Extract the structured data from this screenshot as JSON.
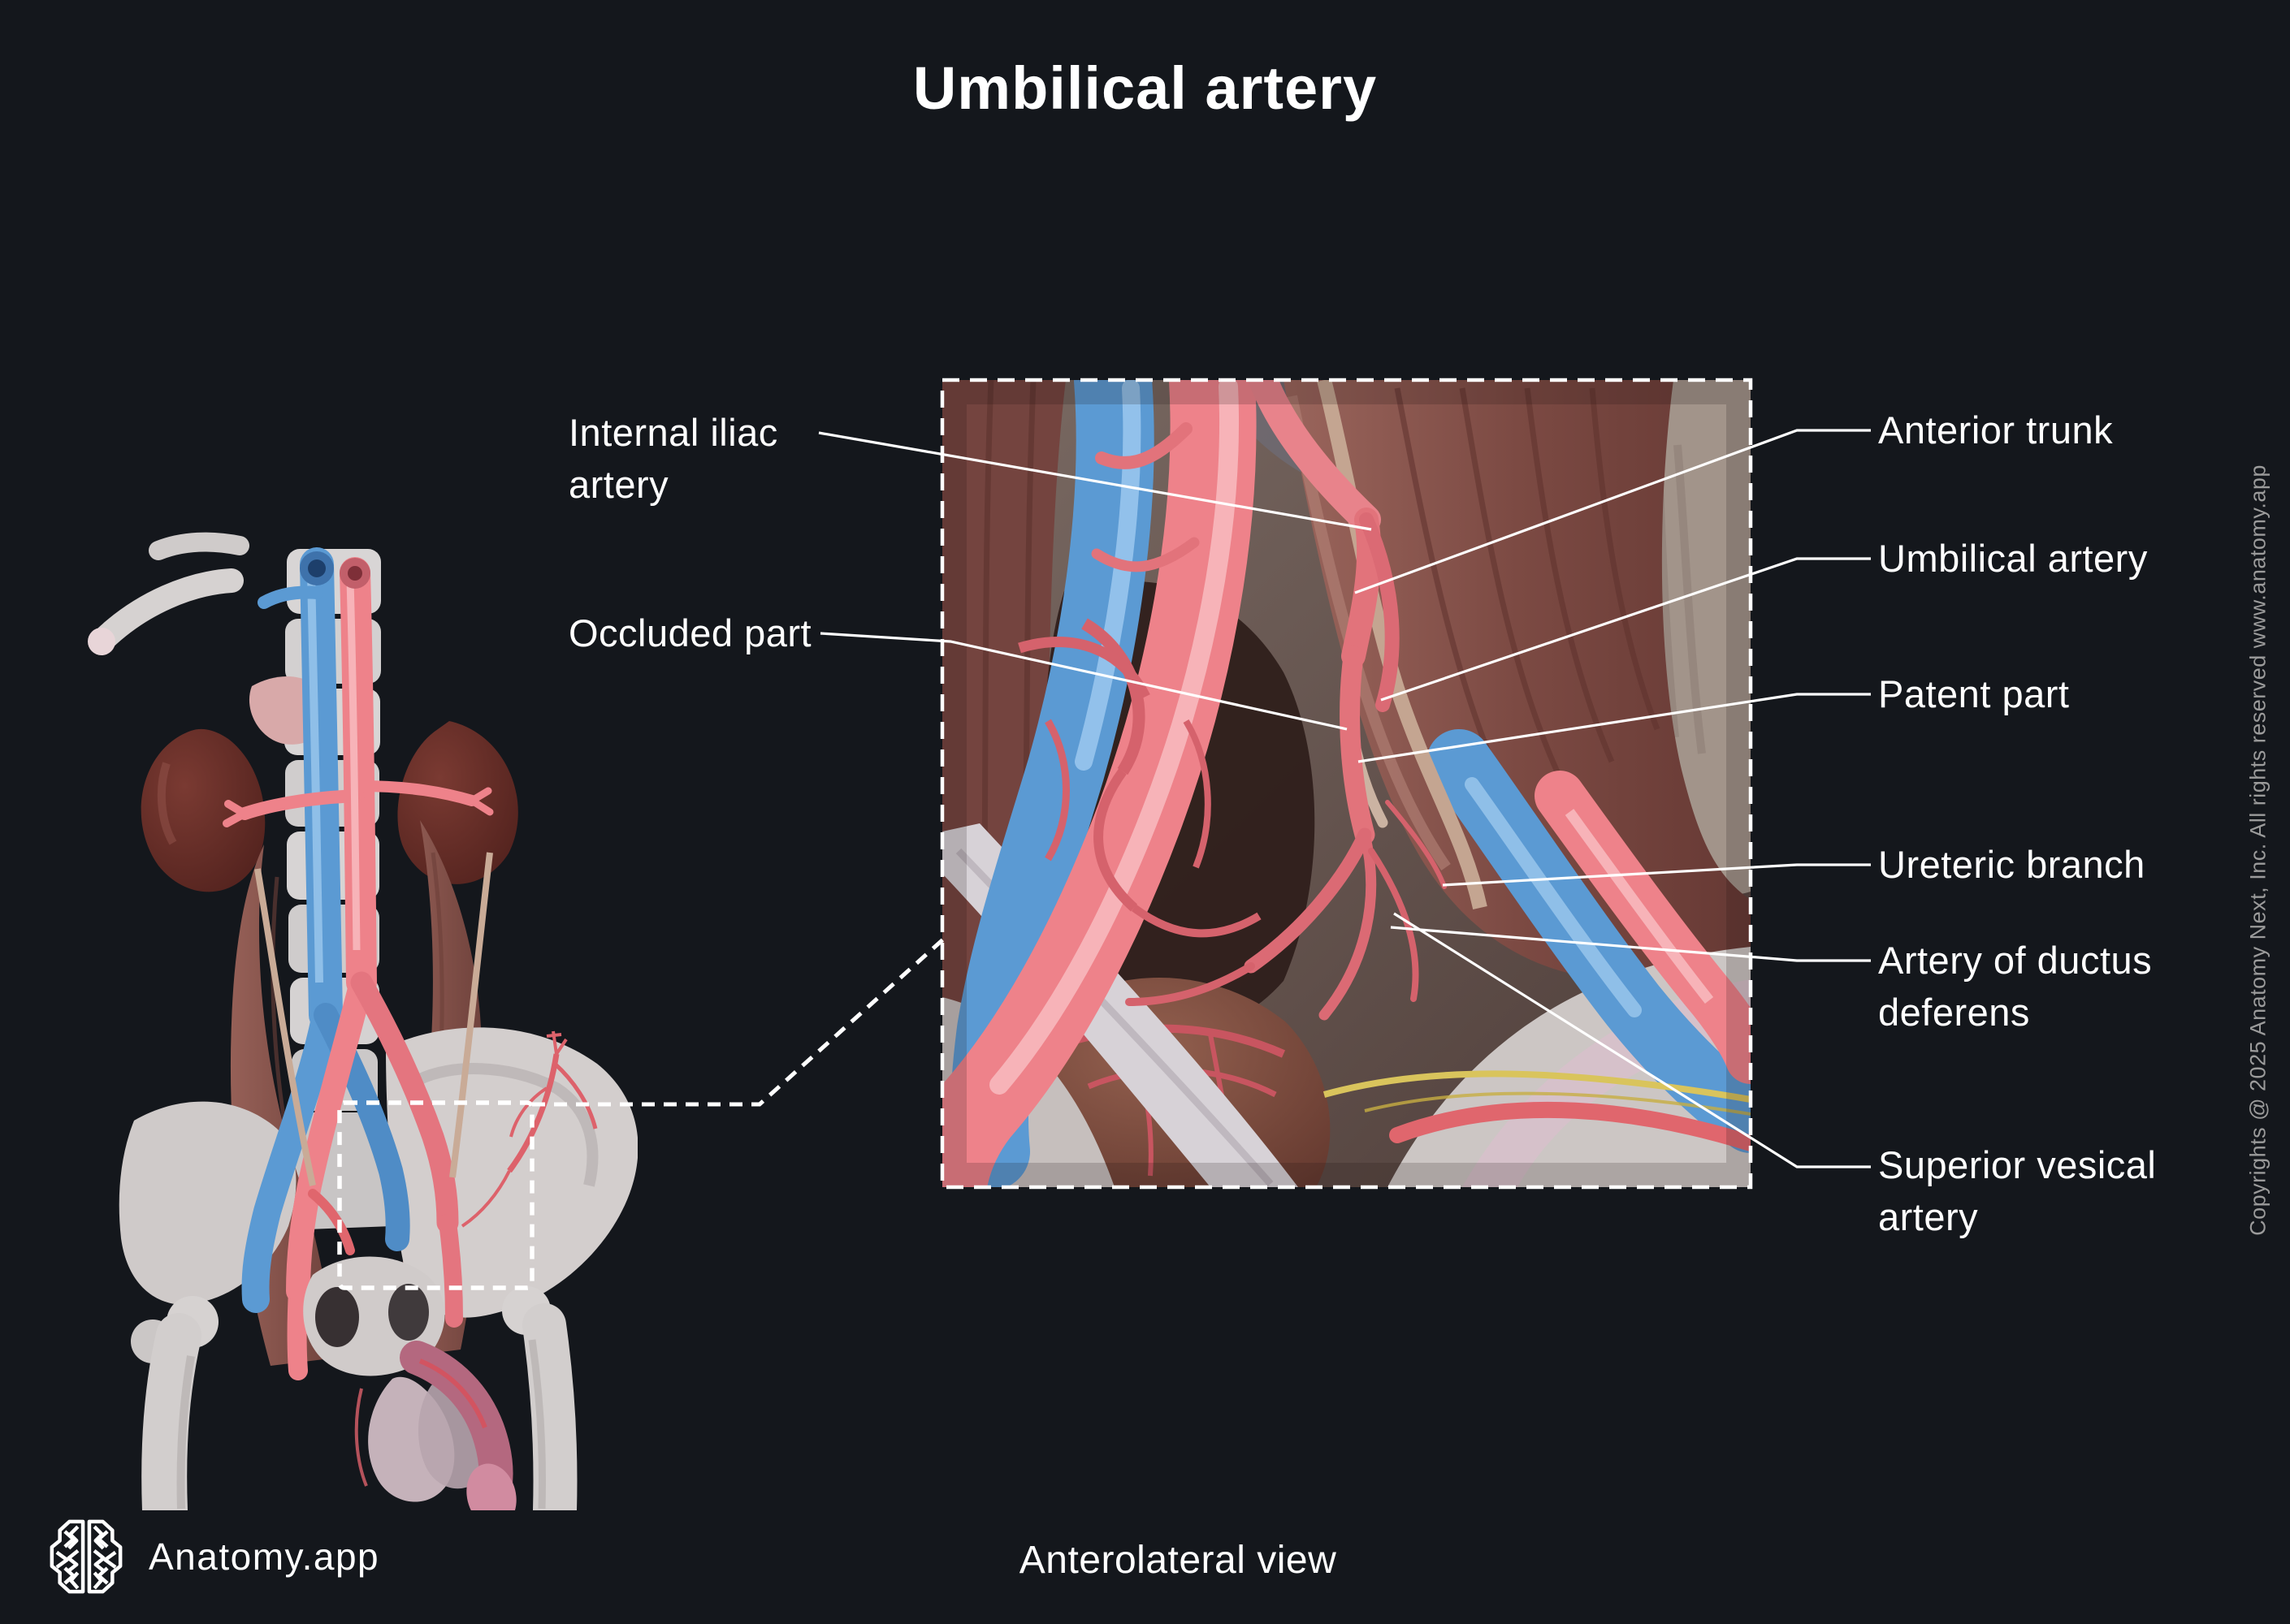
{
  "title": "Umbilical artery",
  "view_caption": "Anterolateral view",
  "brand": {
    "name": "Anatomy.app"
  },
  "copyright_notice": "Copyrights @ 2025 Anatomy Next, Inc. All rights reserved www.anatomy.app",
  "annotations": {
    "left": [
      {
        "text": "Internal iliac artery"
      },
      {
        "text": "Occluded part"
      }
    ],
    "right": [
      {
        "text": "Anterior trunk"
      },
      {
        "text": "Umbilical artery"
      },
      {
        "text": "Patent part"
      },
      {
        "text": "Ureteric branch"
      },
      {
        "text": "Artery of ductus deferens"
      },
      {
        "text": "Superior vesical artery"
      }
    ]
  },
  "icons": [
    {
      "name": "brain-logo-icon",
      "meaning": "Anatomy.app brain logo"
    }
  ],
  "colors": {
    "background": "#14171c",
    "label_text": "#ffffff",
    "leader_line": "#ffffff",
    "dashed_outline": "#ffffff",
    "copyright_text": "#9b9b9b",
    "artery_salmon": "#ee828a",
    "artery_branch_red": "#dd626b",
    "vein_blue": "#5b9ad3",
    "muscle_brown": "#8a564e",
    "bone_gray": "#d6d3d3",
    "kidney_maroon": "#5f2823",
    "adrenal_pink": "#d8a9a9",
    "bladder_brown": "#7c4a41",
    "ureter_tan": "#c9ab97",
    "nerve_yellow": "#d9c45c",
    "genital_mauve": "#c5b2ba"
  }
}
